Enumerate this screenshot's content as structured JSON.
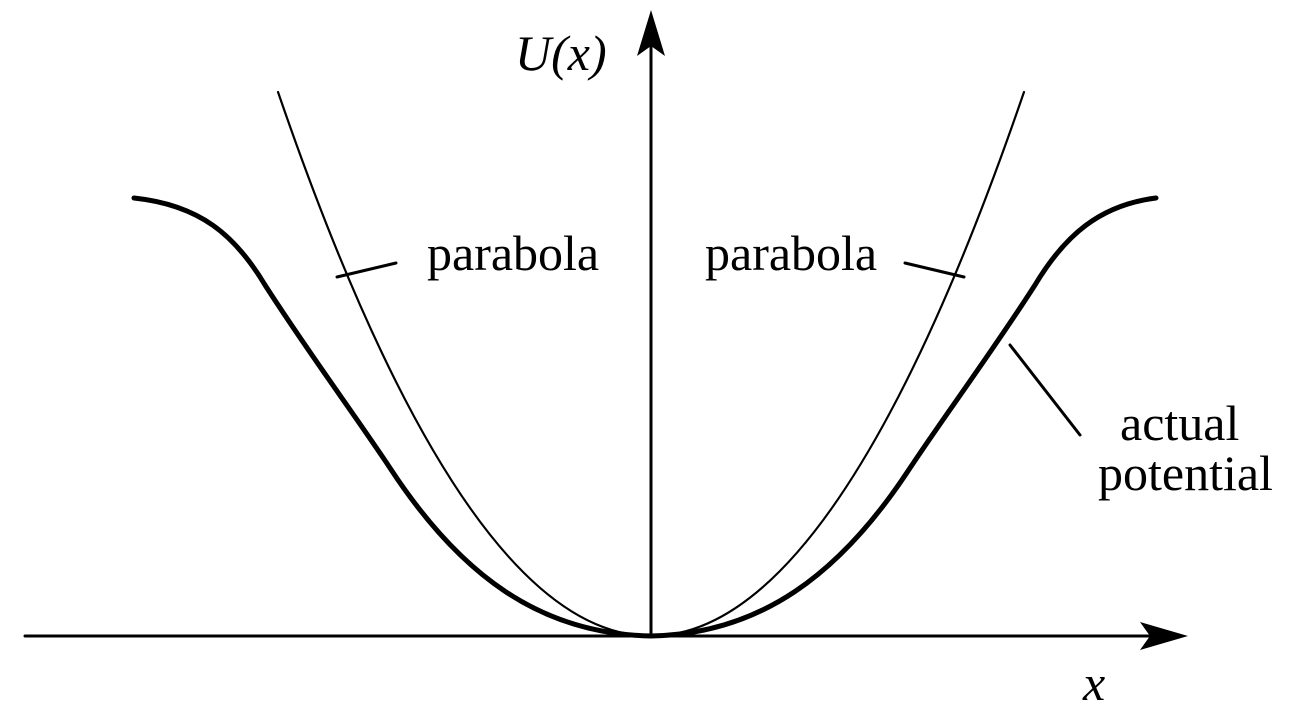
{
  "labels": {
    "y_axis": "U(x)",
    "x_axis": "x",
    "parabola_left": "parabola",
    "parabola_right": "parabola",
    "actual_line1": "actual",
    "actual_line2": "potential"
  },
  "colors": {
    "ink": "#000000",
    "background": "#ffffff"
  }
}
